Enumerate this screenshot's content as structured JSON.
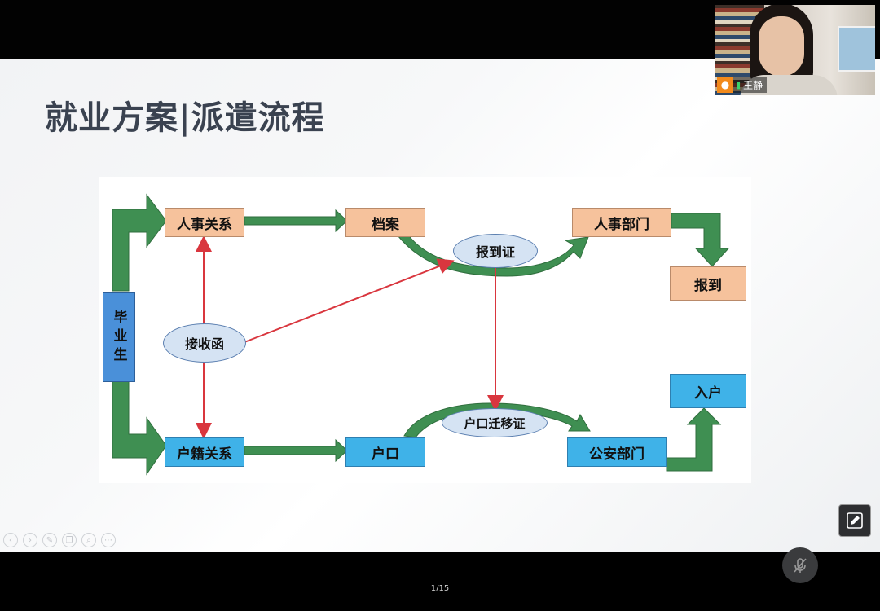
{
  "slide": {
    "title": "就业方案|派遣流程",
    "diagram": {
      "graduate": "毕业生",
      "personnel_relation": "人事关系",
      "archive": "档案",
      "hr_department": "人事部门",
      "report": "报到",
      "household_relation": "户籍关系",
      "hukou": "户口",
      "public_security": "公安部门",
      "settle": "入户",
      "acceptance_letter": "接收函",
      "report_certificate": "报到证",
      "hukou_transfer_certificate": "户口迁移证"
    },
    "colors": {
      "orange_box": "#f6c29c",
      "blue_box": "#3fb2e8",
      "green_arrow": "#3f8f52",
      "red_arrow": "#d9363e"
    }
  },
  "toolbar": {
    "icons": [
      "prev-icon",
      "next-icon",
      "pen-icon",
      "copy-icon",
      "zoom-icon",
      "more-icon"
    ]
  },
  "video": {
    "participant_name": "王静"
  },
  "footer": {
    "page_indicator": "1/15"
  }
}
